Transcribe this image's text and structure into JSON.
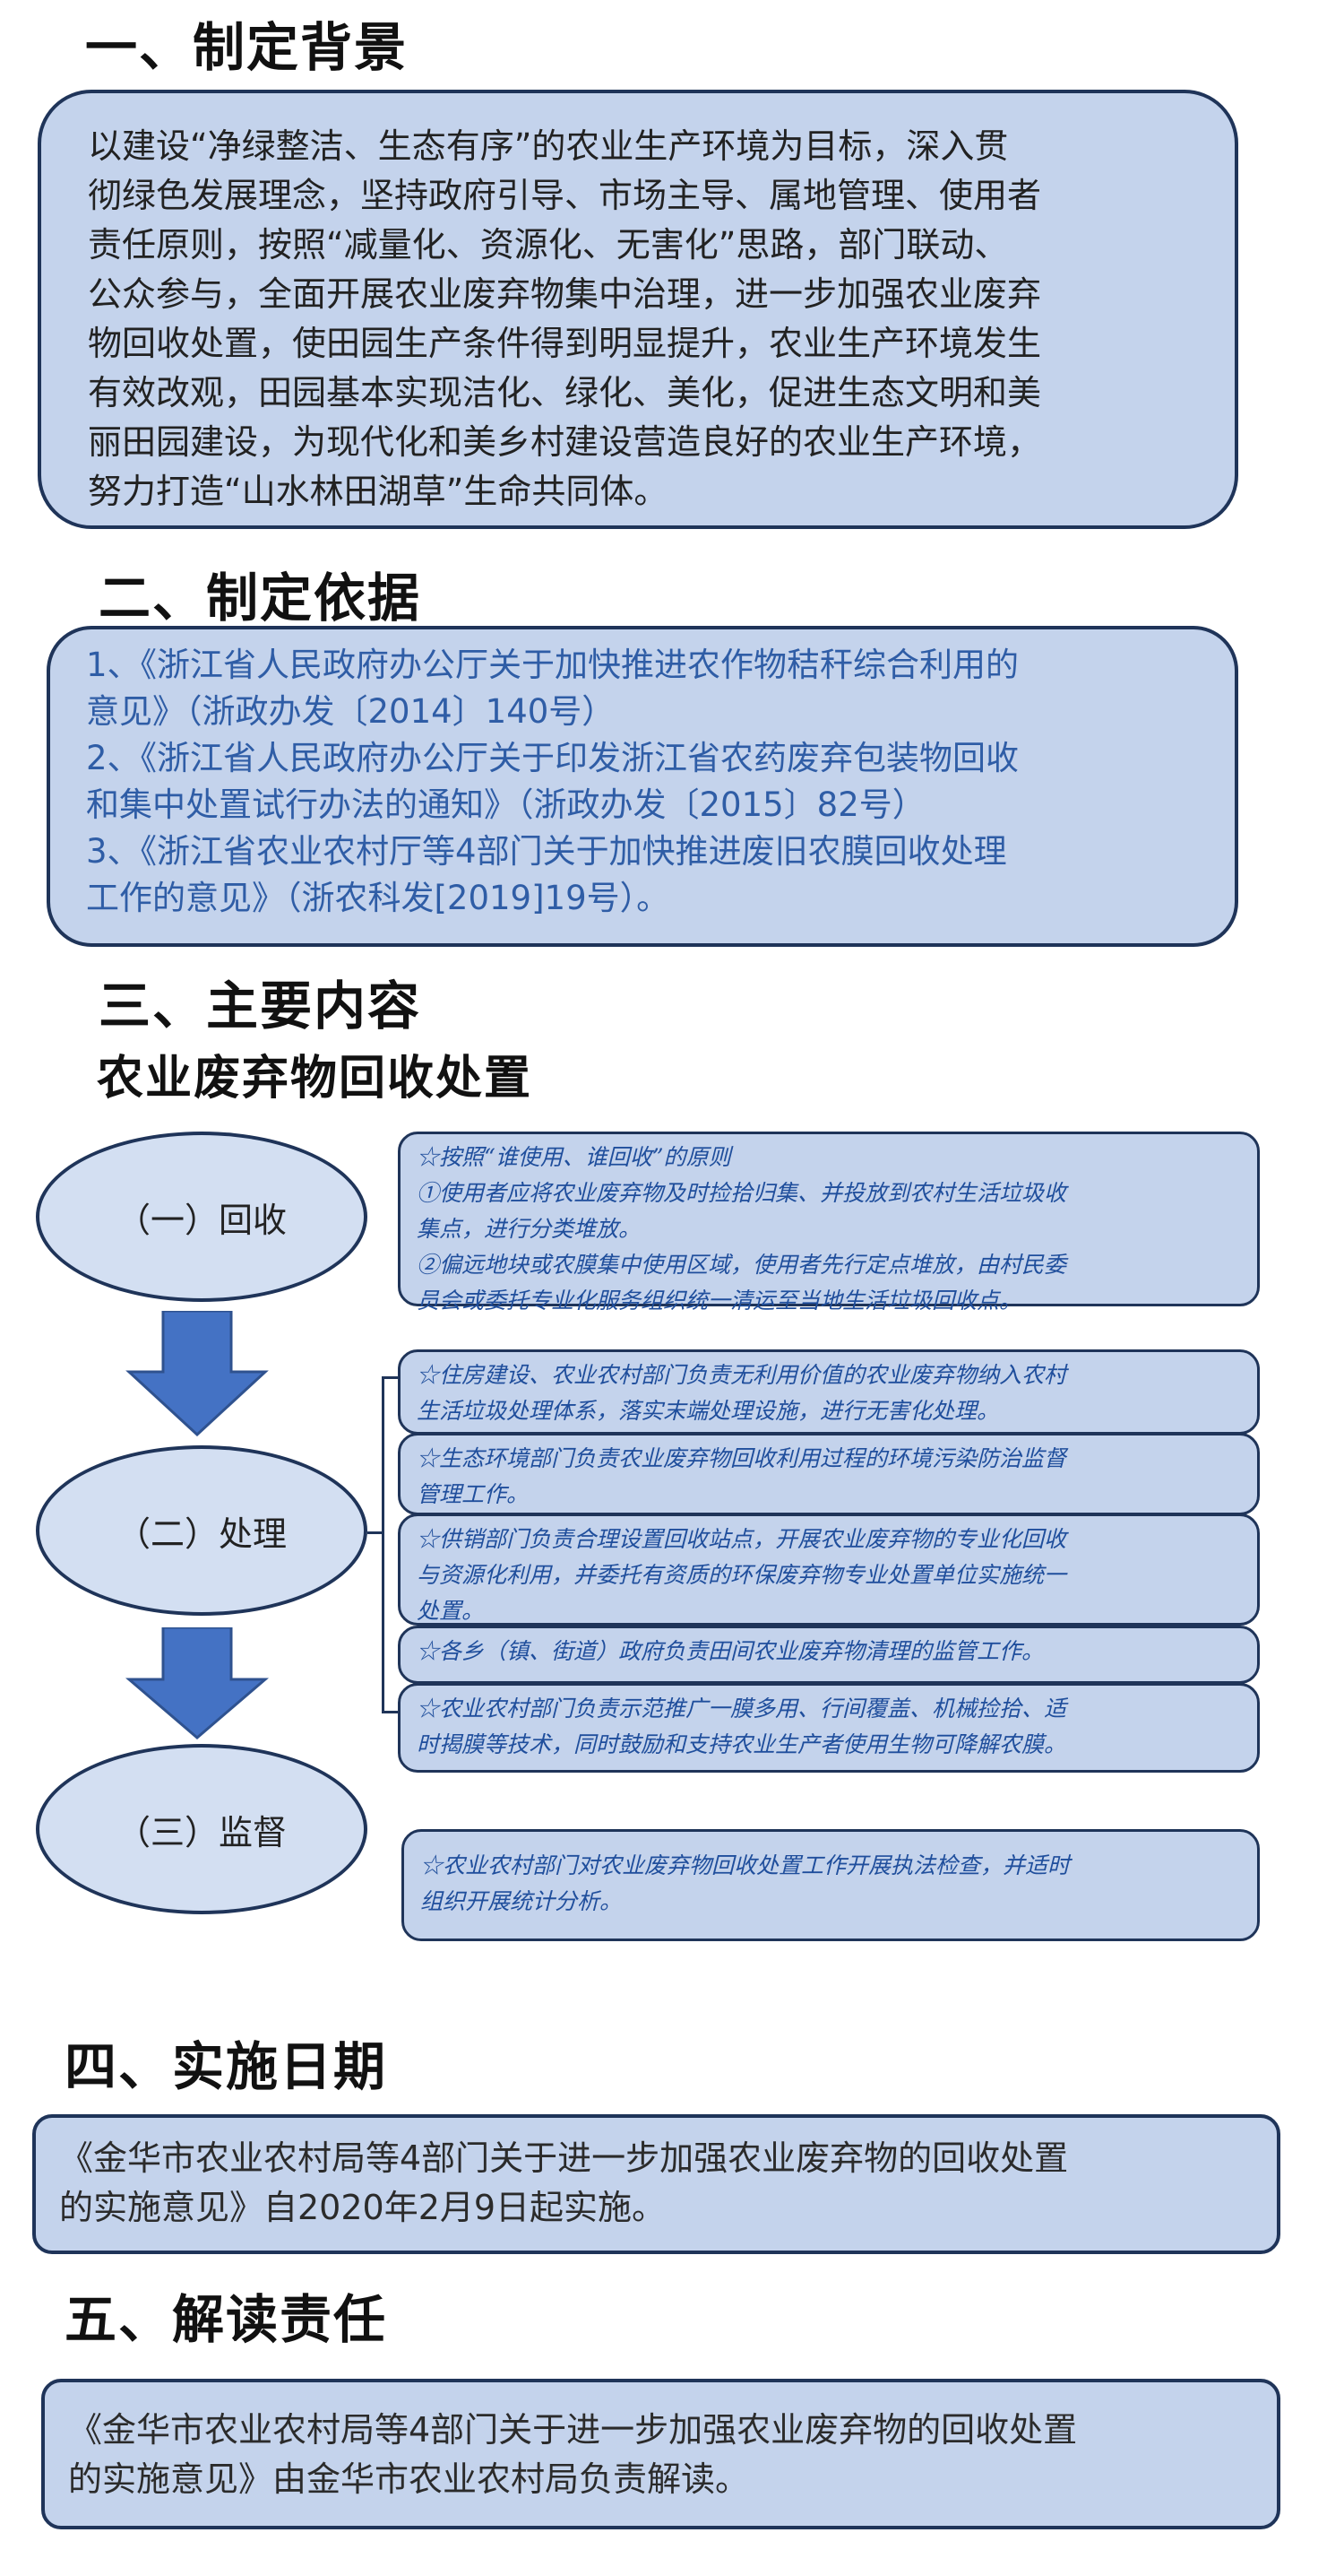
{
  "sections": {
    "s1": {
      "title": "一、制定背景",
      "body": "以建设“净绿整洁、生态有序”的农业生产环境为目标，深入贯\n彻绿色发展理念，坚持政府引导、市场主导、属地管理、使用者\n责任原则，按照“减量化、资源化、无害化”思路，部门联动、\n公众参与，全面开展农业废弃物集中治理，进一步加强农业废弃\n物回收处置，使田园生产条件得到明显提升，农业生产环境发生\n有效改观，田园基本实现洁化、绿化、美化，促进生态文明和美\n丽田园建设，为现代化和美乡村建设营造良好的农业生产环境，\n努力打造“山水林田湖草”生命共同体。"
    },
    "s2": {
      "title": "二、制定依据",
      "lines": [
        "1、《浙江省人民政府办公厅关于加快推进农作物秸秆综合利用的",
        "意见》（浙政办发〔2014〕140号）",
        "2、《浙江省人民政府办公厅关于印发浙江省农药废弃包装物回收",
        "和集中处置试行办法的通知》（浙政办发〔2015〕82号）",
        "3、《浙江省农业农村厅等4部门关于加快推进废旧农膜回收处理",
        "工作的意见》（浙农科发[2019]19号）。"
      ]
    },
    "s3": {
      "title": "三、主要内容",
      "subtitle": "农业废弃物回收处置"
    },
    "s4": {
      "title": "四、实施日期",
      "body": "《金华市农业农村局等4部门关于进一步加强农业废弃物的回收处置\n的实施意见》自2020年2月9日起实施。"
    },
    "s5": {
      "title": "五、解读责任",
      "body": "《金华市农业农村局等4部门关于进一步加强农业废弃物的回收处置\n的实施意见》由金华市农业农村局负责解读。"
    }
  },
  "flow": {
    "steps": [
      "（一）回收",
      "（二）处理",
      "（三）监督"
    ],
    "recycle": "☆按照“谁使用、谁回收”的原则\n①使用者应将农业废弃物及时捡拾归集、并投放到农村生活垃圾收\n集点，进行分类堆放。\n②偏远地块或农膜集中使用区域，使用者先行定点堆放，由村民委\n员会或委托专业化服务组织统一清运至当地生活垃圾回收点。",
    "treat": [
      "☆住房建设、农业农村部门负责无利用价值的农业废弃物纳入农村\n生活垃圾处理体系，落实末端处理设施，进行无害化处理。",
      "☆生态环境部门负责农业废弃物回收利用过程的环境污染防治监督\n管理工作。",
      "☆供销部门负责合理设置回收站点，开展农业废弃物的专业化回收\n与资源化利用，并委托有资质的环保废弃物专业处置单位实施统一\n处置。",
      "☆各乡（镇、街道）政府负责田间农业废弃物清理的监管工作。",
      "☆农业农村部门负责示范推广一膜多用、行间覆盖、机械捡拾、适\n时揭膜等技术，同时鼓励和支持农业生产者使用生物可降解农膜。"
    ],
    "supervise": "☆农业农村部门对农业废弃物回收处置工作开展执法检查，并适时\n组织开展统计分析。"
  },
  "colors": {
    "box_fill": "#c4d3ec",
    "box_border": "#1f3459",
    "arrow": "#4472c4",
    "list_text": "#2f5da6"
  }
}
